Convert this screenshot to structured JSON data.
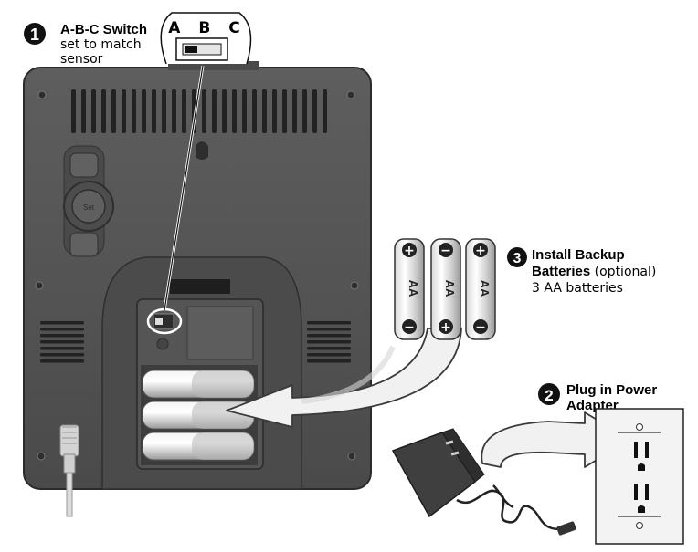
{
  "step1": {
    "number": "1",
    "title": "A-B-C Switch",
    "line2": "set to match",
    "line3": "sensor",
    "switch_letters": "A B C"
  },
  "step2": {
    "number": "2",
    "title_line1": "Plug in Power",
    "title_line2": "Adapter"
  },
  "step3": {
    "number": "3",
    "title_line1": "Install Backup",
    "title_line2_bold": "Batteries",
    "title_line2_rest": " (optional)",
    "line3": "3 AA batteries"
  },
  "battery": {
    "label": "AA",
    "plus": "+",
    "minus": "−"
  },
  "device": {
    "button_label": "Set"
  },
  "colors": {
    "device_body": "#575757",
    "device_dark": "#3c3c3c",
    "arrow_fill": "#f1f1f1",
    "outlet_plate": "#f3f3f3"
  }
}
